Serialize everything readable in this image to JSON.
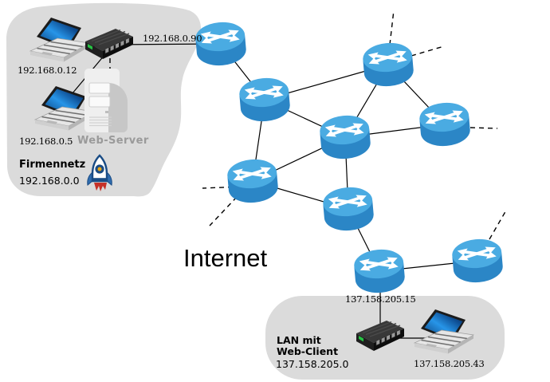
{
  "internet_label": "Internet",
  "net1": {
    "title": "Firmennetz",
    "subnet": "192.168.0.0",
    "laptop1_ip": "192.168.0.12",
    "laptop2_ip": "192.168.0.5",
    "server_label": "Web-Server",
    "uplink_ip": "192.168.0.90"
  },
  "net2": {
    "title_line1": "LAN mit",
    "title_line2": "Web-Client",
    "subnet": "137.158.205.0",
    "client_ip": "137.158.205.43",
    "uplink_ip": "137.158.205.15"
  },
  "topology": {
    "router_count": 9,
    "solid_links": [
      "switch1-r1",
      "r1-r2",
      "r2-r3",
      "r2-r4",
      "r2-r6",
      "r3-r4",
      "r3-r5",
      "r4-r5",
      "r4-r6",
      "r4-r7",
      "r6-r7",
      "r7-r8",
      "r8-r9",
      "r8-switch2",
      "switch1-laptop1",
      "switch1-laptop2",
      "switch2-laptop3"
    ],
    "dashed_links": [
      "switch1-server",
      "r3-stub-up",
      "r3-stub-upright",
      "r5-stub-right",
      "r6-stub-left",
      "r6-stub-downleft",
      "r9-stub-upright"
    ]
  },
  "colors": {
    "lan_blob": "#dbdbdb",
    "router_top": "#4aabe2",
    "router_body": "#2b86c6",
    "laptop_screen_blue": "#2795e8",
    "led_green": "#27c244",
    "rocket_navy": "#1a4c85",
    "rocket_flame": "#c63128",
    "rocket_window_dot": "#eda712",
    "server_label_gray": "#9a9a9a",
    "line": "#000000"
  },
  "icons": {
    "router": "router-icon",
    "switch": "switch-icon",
    "laptop": "laptop-icon",
    "server": "server-icon",
    "rocket": "rocket-icon"
  }
}
